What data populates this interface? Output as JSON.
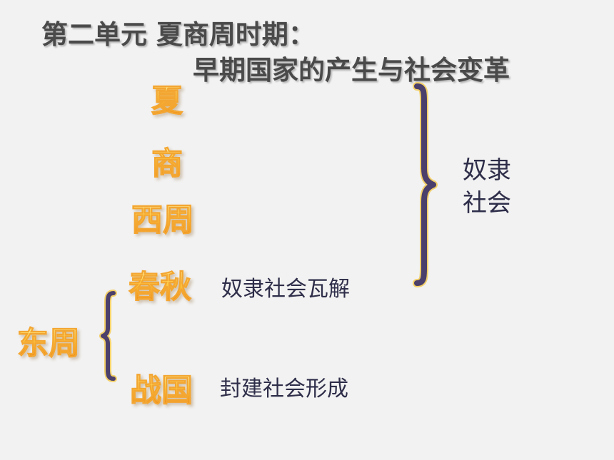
{
  "title": {
    "line1": "第二单元 夏商周时期：",
    "line2": "早期国家的产生与社会变革"
  },
  "periods": {
    "xia": "夏",
    "shang": "商",
    "xizhou": "西周",
    "chunqiu": "春秋",
    "zhanguo": "战国",
    "dongzhou": "东周"
  },
  "descriptions": {
    "chunqiu": "奴隶社会瓦解",
    "zhanguo": "封建社会形成"
  },
  "brace_label": "奴隶社会",
  "colors": {
    "brace": "#4b3f6b",
    "brace_outline": "#f3d06a",
    "period_gradient_top": "#fff3a3",
    "period_gradient_bottom": "#ee7f12",
    "title": "#4a4a4a",
    "text": "#2e2e4a"
  },
  "icons": [
    "right-curly-brace-icon",
    "left-curly-brace-icon"
  ]
}
